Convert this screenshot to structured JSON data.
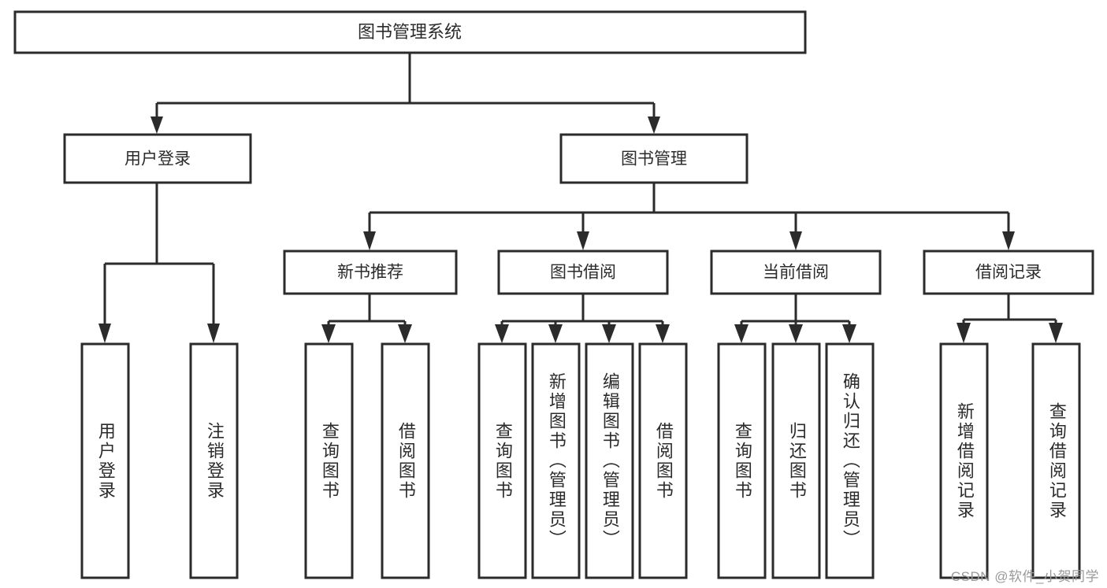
{
  "diagram": {
    "type": "tree",
    "title": "图书管理系统",
    "watermark": "CSDN @软件_小贺同学",
    "colors": {
      "box_fill": "#ffffff",
      "box_stroke": "#2b2b2b",
      "text": "#2b2b2b",
      "background": "#ffffff",
      "watermark": "#9a9a9a"
    },
    "levels": {
      "root": {
        "label": "图书管理系统"
      },
      "level2": [
        {
          "label": "用户登录"
        },
        {
          "label": "图书管理"
        }
      ],
      "level3": [
        {
          "label": "新书推荐"
        },
        {
          "label": "图书借阅"
        },
        {
          "label": "当前借阅"
        },
        {
          "label": "借阅记录"
        }
      ]
    },
    "leaves": {
      "user_login": [
        {
          "label": "用户登录"
        },
        {
          "label": "注销登录"
        }
      ],
      "new_book_recommend": [
        {
          "label": "查询图书"
        },
        {
          "label": "借阅图书"
        }
      ],
      "book_borrow": [
        {
          "label": "查询图书"
        },
        {
          "label": "新增图书（管理员）"
        },
        {
          "label": "编辑图书（管理员）"
        },
        {
          "label": "借阅图书"
        }
      ],
      "current_borrow": [
        {
          "label": "查询图书"
        },
        {
          "label": "归还图书"
        },
        {
          "label": "确认归还（管理员）"
        }
      ],
      "borrow_record": [
        {
          "label": "新增借阅记录"
        },
        {
          "label": "查询借阅记录"
        }
      ]
    }
  }
}
